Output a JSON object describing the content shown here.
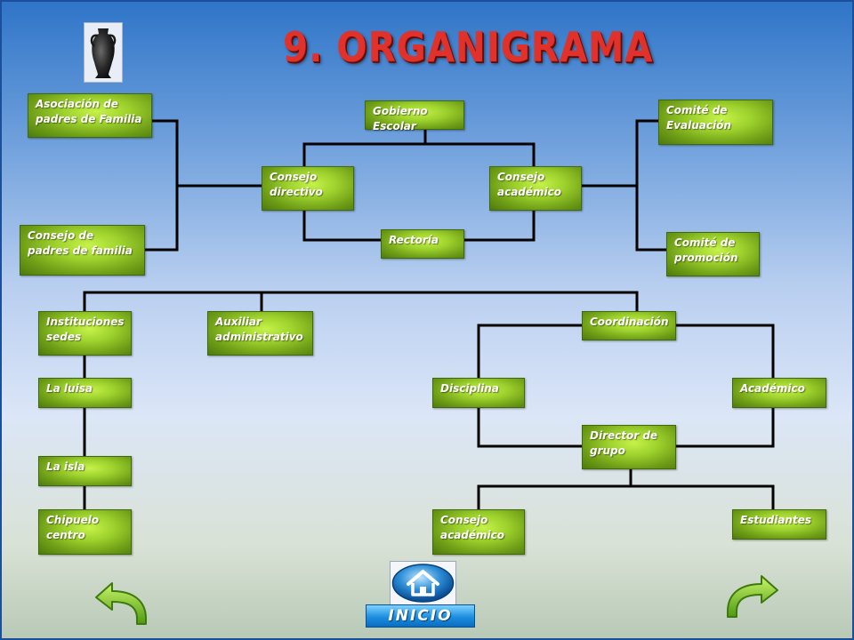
{
  "title": "9.  ORGANIGRAMA",
  "nodes": {
    "asociacion": "Asociación de padres de Familia",
    "consejo_padres": "Consejo de padres de familia",
    "gobierno": "Gobierno Escolar",
    "consejo_directivo": "Consejo directivo",
    "consejo_academico": "Consejo académico",
    "rectoria": "Rectoría",
    "comite_evaluacion": "Comité de Evaluación",
    "comite_promocion": "Comité de promoción",
    "instituciones": "Instituciones sedes",
    "auxiliar": "Auxiliar administrativo",
    "coordinacion": "Coordinación",
    "la_luisa": "La luisa",
    "la_isla": "La isla",
    "chipuelo": "Chipuelo centro",
    "disciplina": "Disciplina",
    "academico": "Académico",
    "director": "Director de grupo",
    "consejo_academico_2": "Consejo académico",
    "estudiantes": "Estudiantes"
  },
  "nav": {
    "home_label": "INICIO",
    "back_icon": "back-arrow-icon",
    "forward_icon": "forward-arrow-icon",
    "home_icon": "house-icon"
  },
  "colors": {
    "title": "#e0322a",
    "node_green": "#9dd12c",
    "connector": "#000000",
    "home_button": "#1c8fe0"
  }
}
